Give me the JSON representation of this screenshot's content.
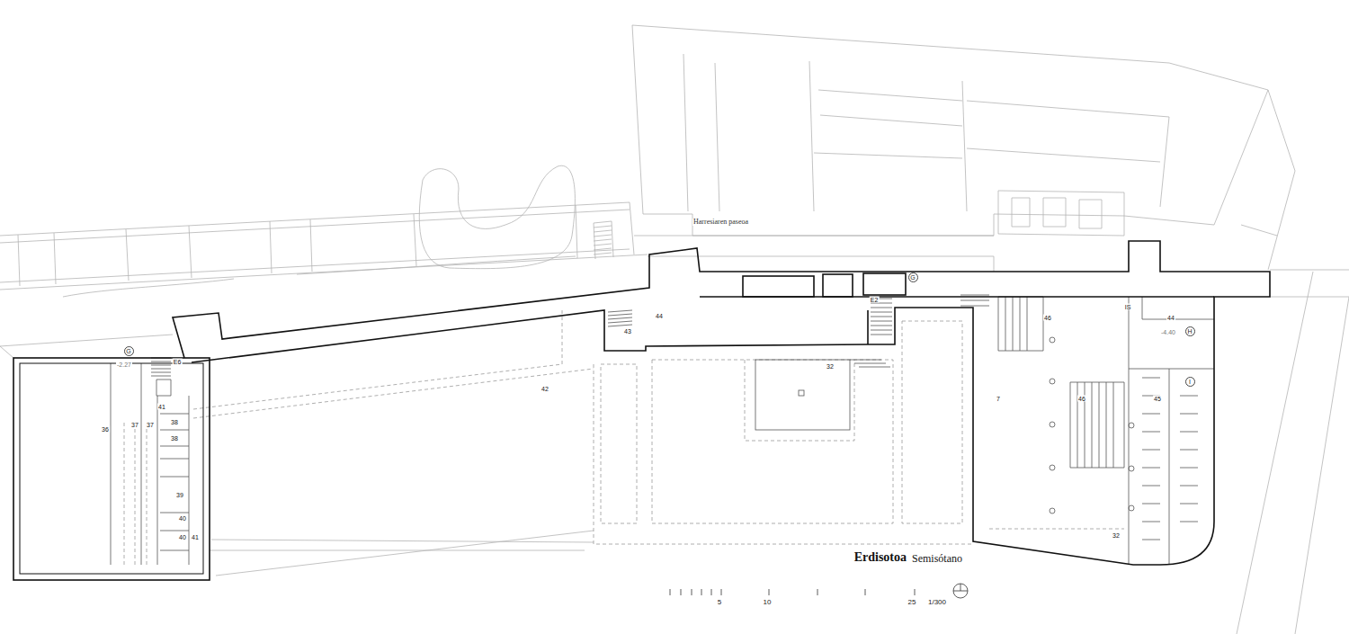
{
  "diagram": {
    "title": "Erdisotoa",
    "nodes": [
      {
        "text": [
          "G"
        ]
      },
      {
        "text": [
          "G"
        ]
      },
      {
        "text": [
          "H"
        ]
      },
      {
        "text": [
          "I"
        ]
      }
    ],
    "labels": [
      "Harresiaren paseoa",
      "-2.27",
      "E6",
      "41",
      "36",
      "37",
      "37",
      "38",
      "38",
      "39",
      "40",
      "40",
      "41",
      "42",
      "43",
      "44",
      "32",
      "E2",
      "46",
      "IS",
      "44",
      "-4.40",
      "7",
      "46",
      "45",
      "32",
      "Semisótano",
      "5",
      "10",
      "25",
      "1/300"
    ]
  }
}
